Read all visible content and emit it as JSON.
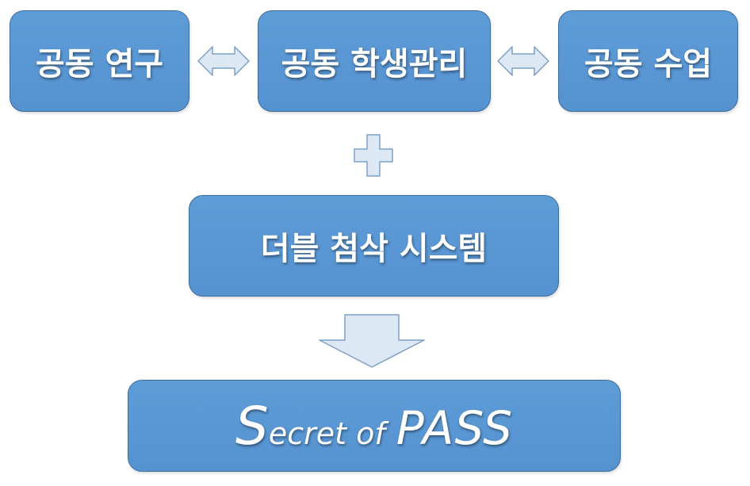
{
  "boxes": {
    "research": "공동 연구",
    "student_management": "공동 학생관리",
    "class": "공동 수업",
    "system": "더블 첨삭 시스템"
  },
  "final": {
    "big_s": "S",
    "ecret_of": "ecret of",
    "pass": "PASS"
  },
  "colors": {
    "box_fill": "#5b97d5",
    "box_border": "#3c6d9f",
    "shape_fill": "#dde8f5",
    "shape_border": "#7d9fc7"
  },
  "icons": [
    "double-arrow-icon",
    "double-arrow-icon",
    "plus-icon",
    "down-arrow-icon"
  ]
}
